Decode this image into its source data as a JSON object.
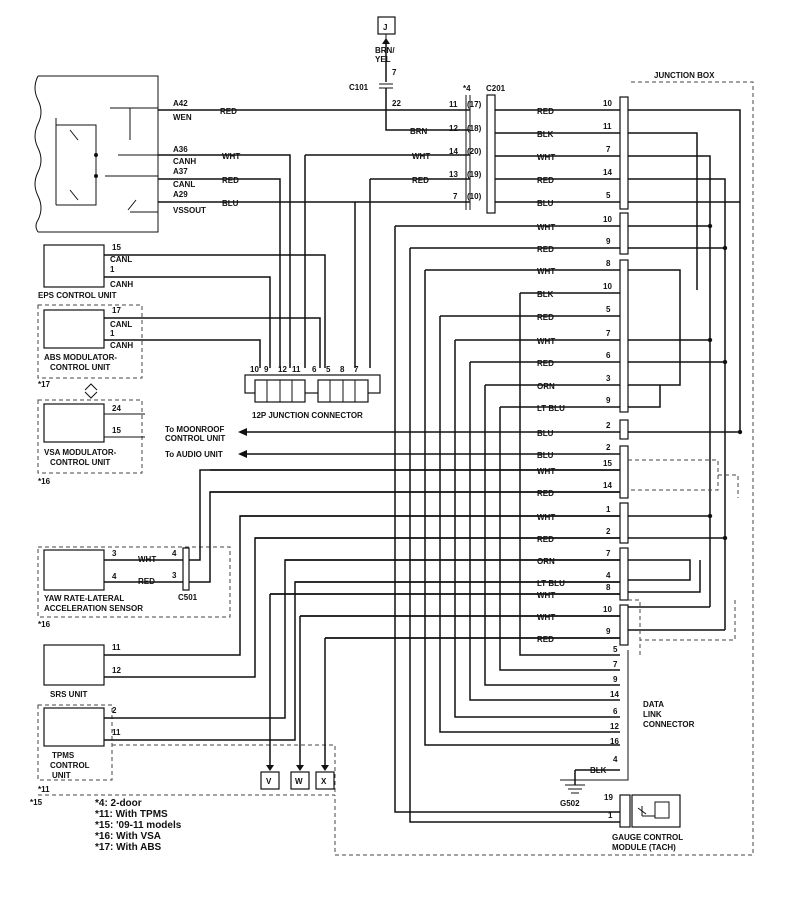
{
  "connector_j": "J",
  "brn_yel_1": "BRN/",
  "brn_yel_2": "YEL",
  "c101": "C101",
  "c101_pin7": "7",
  "c101_pin22": "22",
  "star4": "*4",
  "c201": "C201",
  "junction_box": "JUNCTION BOX",
  "pcm": {
    "a42": "A42",
    "wen": "WEN",
    "a36": "A36",
    "canh": "CANH",
    "a37": "A37",
    "canl": "CANL",
    "a29": "A29",
    "vssout": "VSSOUT"
  },
  "top_wires": [
    {
      "color": "RED",
      "c201": "11",
      "alt": "(17)",
      "jb_color": "RED",
      "jb_pin": "10"
    },
    {
      "color": "BRN",
      "c201": "12",
      "alt": "(18)",
      "jb_color": "BLK",
      "jb_pin": "11"
    },
    {
      "color": "WHT",
      "c201": "14",
      "alt": "(20)",
      "jb_color": "WHT",
      "jb_pin": "7"
    },
    {
      "color": "RED",
      "c201": "13",
      "alt": "(19)",
      "jb_color": "RED",
      "jb_pin": "14"
    },
    {
      "color": "",
      "c201": "7",
      "alt": "(10)",
      "jb_color": "BLU",
      "jb_pin": "5"
    }
  ],
  "pcm_wire_colors": {
    "wht": "WHT",
    "red": "RED",
    "blu": "BLU"
  },
  "jb_rows": [
    {
      "color": "WHT",
      "pin": "10"
    },
    {
      "color": "RED",
      "pin": "9"
    },
    {
      "color": "WHT",
      "pin": "8"
    },
    {
      "color": "BLK",
      "pin": "10"
    },
    {
      "color": "RED",
      "pin": "5"
    },
    {
      "color": "WHT",
      "pin": "7"
    },
    {
      "color": "RED",
      "pin": "6"
    },
    {
      "color": "ORN",
      "pin": "3"
    },
    {
      "color": "LT BLU",
      "pin": "9"
    },
    {
      "color": "BLU",
      "pin": "2"
    },
    {
      "color": "BLU",
      "pin": "2"
    },
    {
      "color": "WHT",
      "pin": "15"
    },
    {
      "color": "RED",
      "pin": "14"
    },
    {
      "color": "WHT",
      "pin": "1"
    },
    {
      "color": "RED",
      "pin": "2"
    },
    {
      "color": "ORN",
      "pin": "7"
    },
    {
      "color": "LT BLU",
      "pin": "4"
    },
    {
      "color": "WHT",
      "pin": "8"
    },
    {
      "color": "WHT",
      "pin": "10"
    },
    {
      "color": "RED",
      "pin": "9"
    }
  ],
  "eps": {
    "pin15": "15",
    "canl": "CANL",
    "pin1": "1",
    "canh": "CANH",
    "label": "EPS CONTROL UNIT"
  },
  "abs": {
    "pin17": "17",
    "canl": "CANL",
    "pin1": "1",
    "canh": "CANH",
    "label1": "ABS MODULATOR-",
    "label2": "CONTROL UNIT",
    "note": "*17"
  },
  "vsa": {
    "pin24": "24",
    "pin15": "15",
    "label1": "VSA MODULATOR-",
    "label2": "CONTROL UNIT",
    "note": "*16"
  },
  "jc12": {
    "pins": [
      "10",
      "9",
      "12",
      "11",
      "6",
      "5",
      "8",
      "7"
    ],
    "label": "12P JUNCTION CONNECTOR"
  },
  "to_moonroof_1": "To MOONROOF",
  "to_moonroof_2": "CONTROL UNIT",
  "to_audio": "To AUDIO UNIT",
  "yaw": {
    "pin3": "3",
    "wht": "WHT",
    "pin4a": "4",
    "pin4": "4",
    "red": "RED",
    "pin3a": "3",
    "label1": "YAW RATE-LATERAL",
    "label2": "ACCELERATION SENSOR",
    "c501": "C501",
    "note": "*16"
  },
  "srs": {
    "pin11": "11",
    "pin12": "12",
    "label": "SRS UNIT"
  },
  "tpms": {
    "pin2": "2",
    "pin11": "11",
    "label1": "TPMS",
    "label2": "CONTROL",
    "label3": "UNIT",
    "note": "*11"
  },
  "star15": "*15",
  "dlc": {
    "pins": [
      "5",
      "7",
      "9",
      "14",
      "6",
      "12",
      "16",
      "4"
    ],
    "label1": "DATA",
    "label2": "LINK",
    "label3": "CONNECTOR"
  },
  "blk_ground": "BLK",
  "g502": "G502",
  "gauge": {
    "pin19": "19",
    "pin1": "1",
    "label1": "GAUGE CONTROL",
    "label2": "MODULE (TACH)"
  },
  "terminals": [
    "V",
    "W",
    "X"
  ],
  "notes": [
    "*4: 2-door",
    "*11: With TPMS",
    "*15: '09-11 models",
    "*16: With VSA",
    "*17: With ABS"
  ]
}
